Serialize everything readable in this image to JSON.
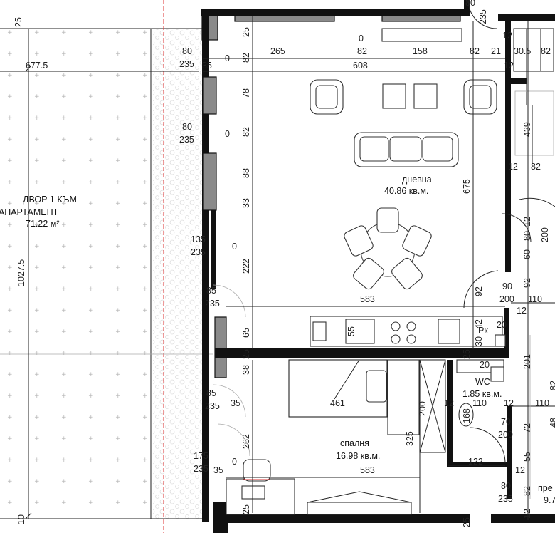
{
  "rooms": {
    "yard": {
      "line1": "ДВОР 1 КЪМ",
      "line2": "АПАРТАМЕНТ",
      "area": "71.22 м²"
    },
    "living": {
      "name": "дневна",
      "area": "40.86 кв.м."
    },
    "bedroom": {
      "name": "спалня",
      "area": "16.98 кв.м."
    },
    "wc": {
      "name": "WC",
      "area": "1.85 кв.м."
    },
    "hall": {
      "name": "пре",
      "area": "9.7"
    }
  },
  "labels": {
    "pk": "Рк"
  },
  "dims": {
    "d25a": "25",
    "d25b": "25",
    "d25c": "25",
    "d25d": "25",
    "d25e": "25",
    "d25f": "25",
    "d80a": "80",
    "d80b": "80",
    "d80c": "80",
    "d80d": "80",
    "d80e": "80",
    "d235a": "235",
    "d235b": "235",
    "d235c": "235",
    "d235d": "235",
    "d235e": "235",
    "d235f": "235",
    "d235g": "235",
    "d35a": "35",
    "d35b": "35",
    "d35c": "35",
    "d0a": "0",
    "d0b": "0",
    "d0c": "0",
    "d0d": "0",
    "d0e": "0",
    "d82a": "82",
    "d82b": "82",
    "d82c": "82",
    "d82d": "82",
    "d82e": "82",
    "d82f": "82",
    "d82g": "82",
    "d82h": "82",
    "d265": "265",
    "d158": "158",
    "d21": "21",
    "d30_5": "30.5",
    "d12a": "12",
    "d12b": "12",
    "d12c": "12",
    "d12d": "12",
    "d12e": "12",
    "d12f": "12",
    "d12g": "12",
    "d12h": "12",
    "d12i": "12",
    "d677_5": "677.5",
    "d608": "608",
    "d78": "78",
    "d439": "439",
    "d88": "88",
    "d675": "675",
    "d33": "33",
    "d135": "135",
    "d222": "222",
    "d200a": "200",
    "d200b": "200",
    "d200c": "200",
    "d200d": "200",
    "d60": "60",
    "d92a": "92",
    "d92b": "92",
    "d90": "90",
    "d110a": "110",
    "d110b": "110",
    "d110c": "110",
    "d85a": "85",
    "d85b": "85",
    "d583a": "583",
    "d583b": "583",
    "d65": "65",
    "d55a": "55",
    "d55b": "55",
    "d42": "42",
    "d30": "30",
    "d20a": "20",
    "d20b": "20",
    "d38": "38",
    "d201": "201",
    "d461": "461",
    "d168": "168",
    "d325": "325",
    "d262": "262",
    "d72": "72",
    "d70": "70",
    "d122": "122",
    "d175": "175",
    "d1027_5": "1027.5",
    "d10": "10",
    "d48": "48"
  }
}
